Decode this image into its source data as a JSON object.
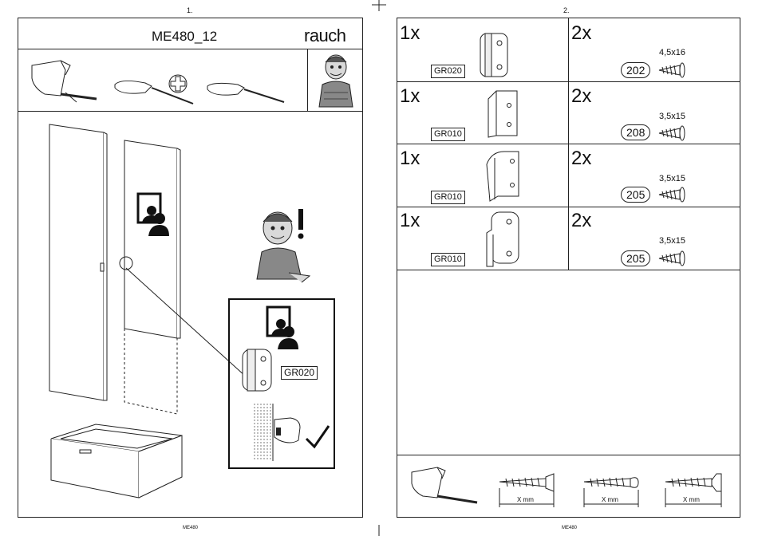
{
  "pages": [
    {
      "number": "1.",
      "footer": "ME480",
      "title": "ME480_12",
      "brand": "rauch",
      "callout_code": "GR020"
    },
    {
      "number": "2.",
      "footer": "ME480"
    }
  ],
  "parts": [
    {
      "qty": "1x",
      "code": "GR020",
      "screw_qty": "2x",
      "screw_id": "202",
      "screw_size": "4,5x16"
    },
    {
      "qty": "1x",
      "code": "GR010",
      "screw_qty": "2x",
      "screw_id": "208",
      "screw_size": "3,5x15"
    },
    {
      "qty": "1x",
      "code": "GR010",
      "screw_qty": "2x",
      "screw_id": "205",
      "screw_size": "3,5x15"
    },
    {
      "qty": "1x",
      "code": "GR010",
      "screw_qty": "2x",
      "screw_id": "205",
      "screw_size": "3,5x15"
    }
  ],
  "legend": {
    "xmm": [
      "X mm",
      "X mm",
      "X mm"
    ]
  },
  "icons": [
    "tool-holder-icon",
    "screwdriver-icon",
    "phillips-icon",
    "flat-screwdriver-icon",
    "mascot-icon",
    "mirror-person-icon",
    "checkmark-icon",
    "screw-icon"
  ]
}
